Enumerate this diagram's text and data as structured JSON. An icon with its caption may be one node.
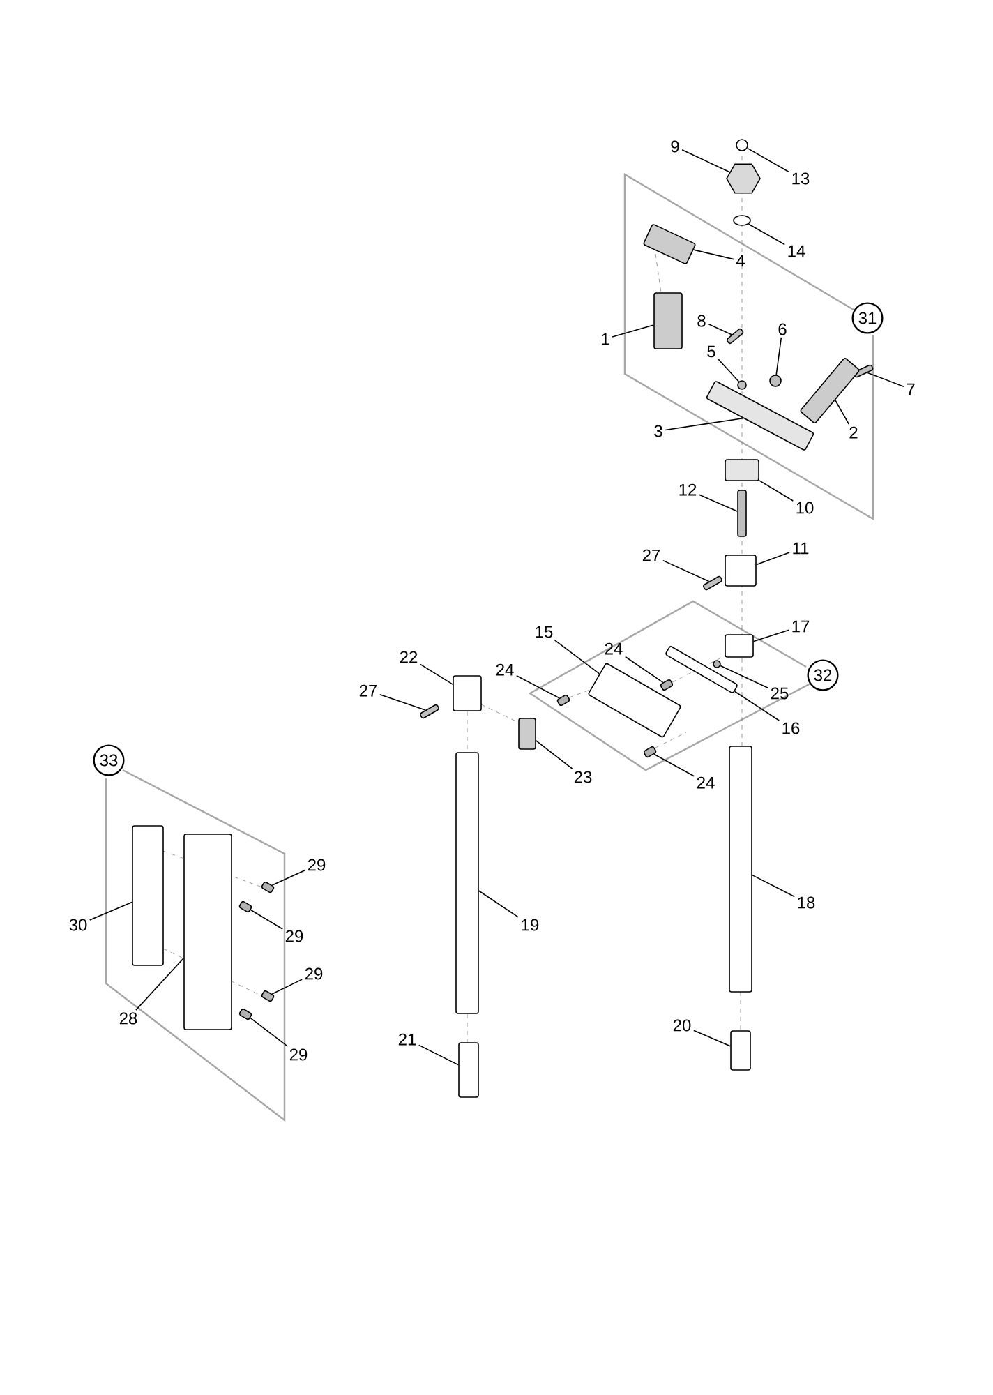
{
  "diagram": {
    "nodes": [
      {
        "text": [
          "9"
        ]
      },
      {
        "text": [
          "13"
        ]
      },
      {
        "text": [
          "14"
        ]
      },
      {
        "text": [
          "4"
        ]
      },
      {
        "text": [
          "31"
        ]
      },
      {
        "text": [
          "8"
        ]
      },
      {
        "text": [
          "6"
        ]
      },
      {
        "text": [
          "1"
        ]
      },
      {
        "text": [
          "5"
        ]
      },
      {
        "text": [
          "7"
        ]
      },
      {
        "text": [
          "3"
        ]
      },
      {
        "text": [
          "2"
        ]
      },
      {
        "text": [
          "12"
        ]
      },
      {
        "text": [
          "10"
        ]
      },
      {
        "text": [
          "11"
        ]
      },
      {
        "text": [
          "27"
        ]
      },
      {
        "text": [
          "17"
        ]
      },
      {
        "text": [
          "15"
        ]
      },
      {
        "text": [
          "24"
        ]
      },
      {
        "text": [
          "22"
        ]
      },
      {
        "text": [
          "24"
        ]
      },
      {
        "text": [
          "32"
        ]
      },
      {
        "text": [
          "25"
        ]
      },
      {
        "text": [
          "27"
        ]
      },
      {
        "text": [
          "16"
        ]
      },
      {
        "text": [
          "33"
        ]
      },
      {
        "text": [
          "23"
        ]
      },
      {
        "text": [
          "24"
        ]
      },
      {
        "text": [
          "29"
        ]
      },
      {
        "text": [
          "18"
        ]
      },
      {
        "text": [
          "30"
        ]
      },
      {
        "text": [
          "19"
        ]
      },
      {
        "text": [
          "29"
        ]
      },
      {
        "text": [
          "29"
        ]
      },
      {
        "text": [
          "28"
        ]
      },
      {
        "text": [
          "29"
        ]
      },
      {
        "text": [
          "20"
        ]
      },
      {
        "text": [
          "21"
        ]
      },
      {
        "text": [],
        "shape": "circle"
      },
      {
        "text": [],
        "shape": "hexagon"
      },
      {
        "text": [],
        "shape": "ellipse"
      },
      {
        "text": [],
        "shape": "box"
      },
      {
        "text": [],
        "shape": "box"
      },
      {
        "text": [],
        "shape": "box"
      },
      {
        "text": [],
        "shape": "circle"
      },
      {
        "text": [],
        "shape": "circle"
      },
      {
        "text": [],
        "shape": "box"
      },
      {
        "text": [],
        "shape": "box"
      },
      {
        "text": [],
        "shape": "box"
      },
      {
        "text": [],
        "shape": "box"
      },
      {
        "text": [],
        "shape": "box"
      },
      {
        "text": [],
        "shape": "box"
      },
      {
        "text": [],
        "shape": "box"
      },
      {
        "text": [],
        "shape": "box"
      },
      {
        "text": [],
        "shape": "box"
      },
      {
        "text": [],
        "shape": "circle"
      },
      {
        "text": [],
        "shape": "box"
      },
      {
        "text": [],
        "shape": "box"
      },
      {
        "text": [],
        "shape": "box"
      },
      {
        "text": [],
        "shape": "box"
      },
      {
        "text": [],
        "shape": "box"
      },
      {
        "text": [],
        "shape": "box"
      },
      {
        "text": [],
        "shape": "box"
      },
      {
        "text": [],
        "shape": "box"
      },
      {
        "text": [],
        "shape": "box"
      },
      {
        "text": [],
        "shape": "box"
      },
      {
        "text": [],
        "shape": "box"
      },
      {
        "text": [],
        "shape": "box"
      },
      {
        "text": [],
        "shape": "box"
      },
      {
        "text": [],
        "shape": "box"
      },
      {
        "text": [],
        "shape": "box"
      },
      {
        "text": [],
        "shape": "box"
      },
      {
        "text": [],
        "shape": "box"
      }
    ],
    "edges": [
      {
        "from": 0,
        "to": 39,
        "arrow": "none"
      },
      {
        "from": 1,
        "to": 38,
        "arrow": "none"
      },
      {
        "from": 2,
        "to": 40,
        "arrow": "none"
      },
      {
        "from": 3,
        "to": 41,
        "arrow": "none"
      },
      {
        "from": 5,
        "to": 43,
        "arrow": "none"
      },
      {
        "from": 6,
        "to": 44,
        "arrow": "none"
      },
      {
        "from": 7,
        "to": 42,
        "arrow": "none"
      },
      {
        "from": 8,
        "to": 45,
        "arrow": "none"
      },
      {
        "from": 9,
        "to": 46,
        "arrow": "none"
      },
      {
        "from": 10,
        "to": 47,
        "arrow": "none"
      },
      {
        "from": 11,
        "to": 48,
        "arrow": "none"
      },
      {
        "from": 12,
        "to": 50,
        "arrow": "none"
      },
      {
        "from": 13,
        "to": 49,
        "arrow": "none"
      },
      {
        "from": 14,
        "to": 51,
        "arrow": "none"
      },
      {
        "from": 15,
        "to": 52,
        "arrow": "none"
      },
      {
        "from": 16,
        "to": 53,
        "arrow": "none"
      },
      {
        "from": 17,
        "to": 57,
        "arrow": "none"
      },
      {
        "from": 18,
        "to": 56,
        "arrow": "none"
      },
      {
        "from": 19,
        "to": 58,
        "arrow": "none"
      },
      {
        "from": 20,
        "to": 59,
        "arrow": "none"
      },
      {
        "from": 22,
        "to": 55,
        "arrow": "none"
      },
      {
        "from": 23,
        "to": 60,
        "arrow": "none"
      },
      {
        "from": 24,
        "to": 54,
        "arrow": "none"
      },
      {
        "from": 26,
        "to": 61,
        "arrow": "none"
      },
      {
        "from": 27,
        "to": 62,
        "arrow": "none"
      },
      {
        "from": 28,
        "to": 65,
        "arrow": "none"
      },
      {
        "from": 29,
        "to": 63,
        "arrow": "none"
      },
      {
        "from": 30,
        "to": 66,
        "arrow": "none"
      },
      {
        "from": 31,
        "to": 64,
        "arrow": "none"
      },
      {
        "from": 32,
        "to": 67,
        "arrow": "none"
      },
      {
        "from": 33,
        "to": 69,
        "arrow": "none"
      },
      {
        "from": 34,
        "to": 68,
        "arrow": "none"
      },
      {
        "from": 35,
        "to": 70,
        "arrow": "none"
      },
      {
        "from": 36,
        "to": 71,
        "arrow": "none"
      },
      {
        "from": 37,
        "to": 72,
        "arrow": "none"
      }
    ]
  }
}
